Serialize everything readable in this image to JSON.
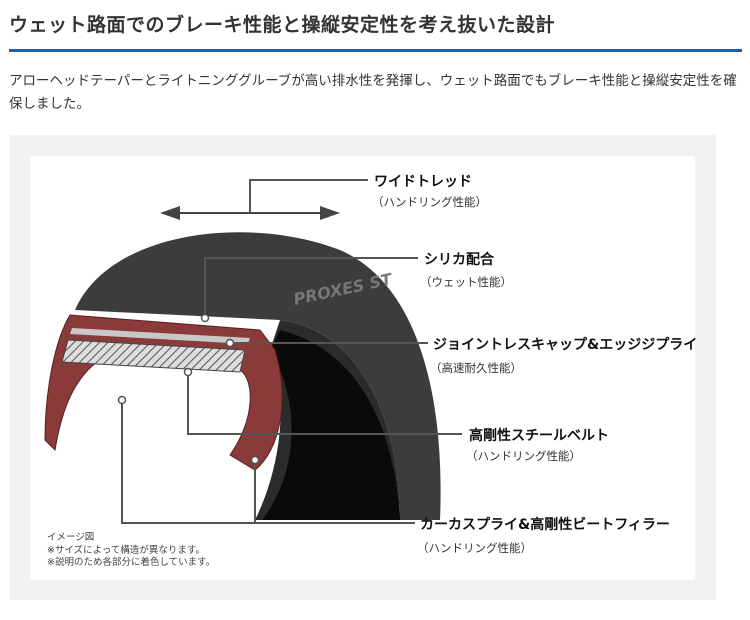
{
  "header": {
    "title": "ウェット路面でのブレーキ性能と操縦安定性を考え抜いた設計",
    "description": "アローヘッドテーパーとライトニンググルーブが高い排水性を発揮し、ウェット路面でもブレーキ性能と操縦安定性を確保しました。"
  },
  "figure": {
    "labels": [
      {
        "title": "ワイドトレッド",
        "sub": "（ハンドリング性能）"
      },
      {
        "title": "シリカ配合",
        "sub": "（ウェット性能）"
      },
      {
        "title": "ジョイントレスキャップ&エッジジプライ",
        "sub": "（高速耐久性能）"
      },
      {
        "title": "高剛性スチールベルト",
        "sub": "（ハンドリング性能）"
      },
      {
        "title": "カーカスプライ&高剛性ビートフィラー",
        "sub": "（ハンドリング性能）"
      }
    ],
    "tire_brand_text": "PROXES ST",
    "notes": [
      "イメージ図",
      "※サイズによって構造が異なります。",
      "※説明のため各部分に着色しています。"
    ],
    "colors": {
      "accent": "#1a5fb4",
      "section": "#8b3a3a",
      "tire": "#3a3c3e"
    }
  }
}
